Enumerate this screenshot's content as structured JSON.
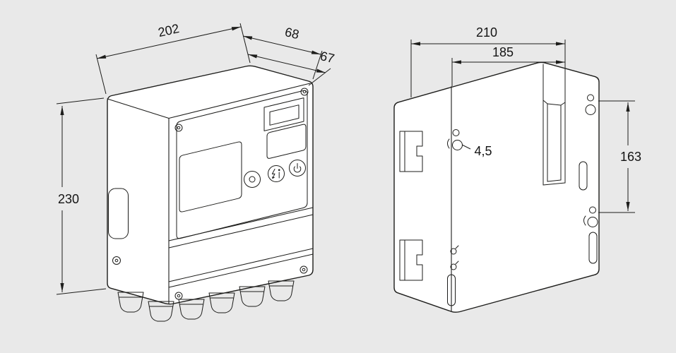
{
  "canvas": {
    "background": "#e9e9e9",
    "line_color": "#1d1d1b",
    "face_fill": "#ffffff",
    "text_color": "#141414"
  },
  "front_view": {
    "width": "202",
    "depth_top": "68",
    "depth_front": "67",
    "height": "230"
  },
  "rear_view": {
    "width": "210",
    "hole_span_width": "185",
    "hole_span_height": "163",
    "hole_diameter": "4,5"
  },
  "icons": {
    "power_button": "power-icon",
    "info_button": "flash-info-icon",
    "reset_button": "dot-icon"
  }
}
